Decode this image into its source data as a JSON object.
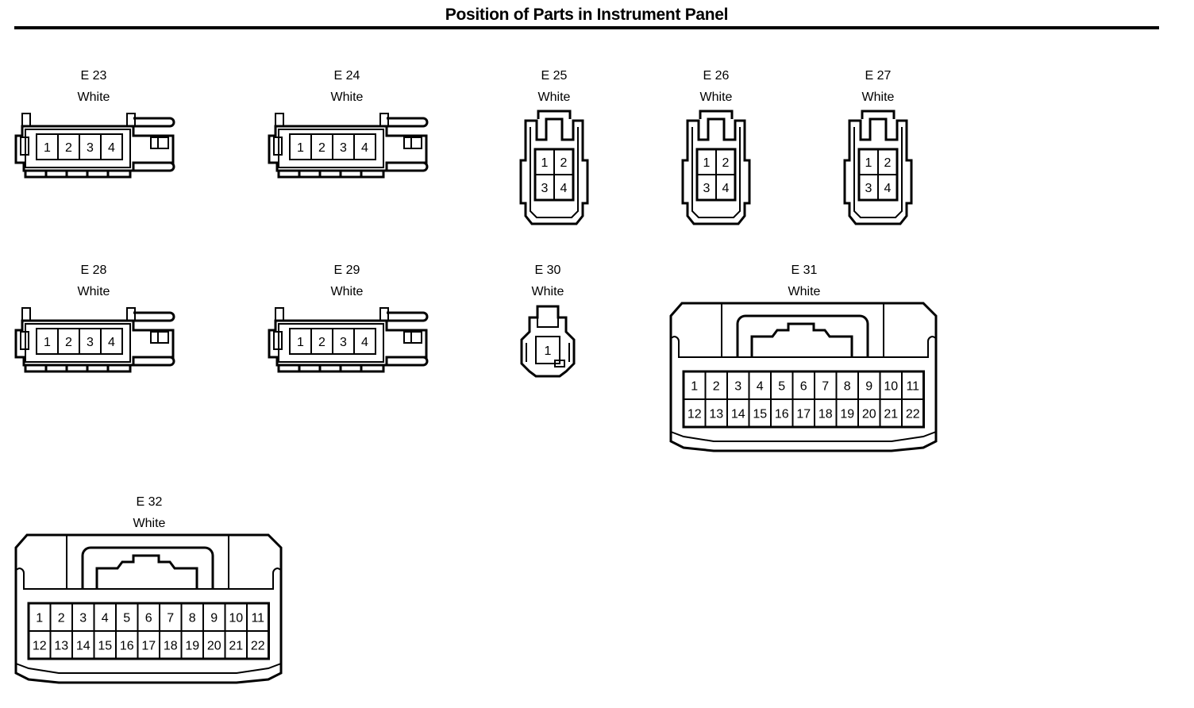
{
  "page": {
    "title": "Position of Parts in Instrument Panel"
  },
  "connectors": [
    {
      "id": "e23",
      "code": "E 23",
      "color": "White",
      "pins": [
        "1",
        "2",
        "3",
        "4"
      ]
    },
    {
      "id": "e24",
      "code": "E 24",
      "color": "White",
      "pins": [
        "1",
        "2",
        "3",
        "4"
      ]
    },
    {
      "id": "e25",
      "code": "E 25",
      "color": "White",
      "pins": [
        "1",
        "2",
        "3",
        "4"
      ]
    },
    {
      "id": "e26",
      "code": "E 26",
      "color": "White",
      "pins": [
        "1",
        "2",
        "3",
        "4"
      ]
    },
    {
      "id": "e27",
      "code": "E 27",
      "color": "White",
      "pins": [
        "1",
        "2",
        "3",
        "4"
      ]
    },
    {
      "id": "e28",
      "code": "E 28",
      "color": "White",
      "pins": [
        "1",
        "2",
        "3",
        "4"
      ]
    },
    {
      "id": "e29",
      "code": "E 29",
      "color": "White",
      "pins": [
        "1",
        "2",
        "3",
        "4"
      ]
    },
    {
      "id": "e30",
      "code": "E 30",
      "color": "White",
      "pins": [
        "1"
      ]
    },
    {
      "id": "e31",
      "code": "E 31",
      "color": "White",
      "pins": [
        "1",
        "2",
        "3",
        "4",
        "5",
        "6",
        "7",
        "8",
        "9",
        "10",
        "11",
        "12",
        "13",
        "14",
        "15",
        "16",
        "17",
        "18",
        "19",
        "20",
        "21",
        "22"
      ]
    },
    {
      "id": "e32",
      "code": "E 32",
      "color": "White",
      "pins": [
        "1",
        "2",
        "3",
        "4",
        "5",
        "6",
        "7",
        "8",
        "9",
        "10",
        "11",
        "12",
        "13",
        "14",
        "15",
        "16",
        "17",
        "18",
        "19",
        "20",
        "21",
        "22"
      ]
    }
  ]
}
